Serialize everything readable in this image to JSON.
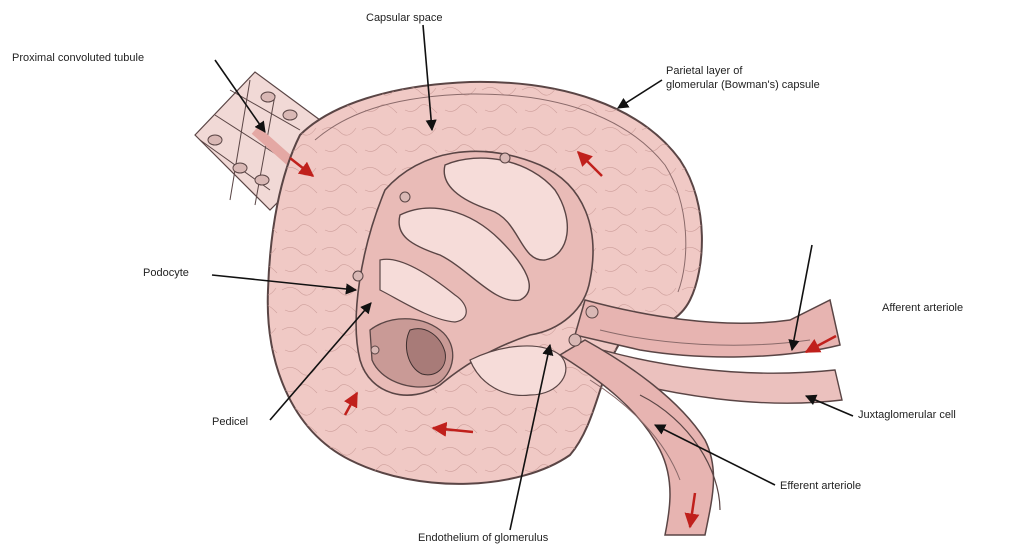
{
  "labels": {
    "capsular_space": "Capsular space",
    "proximal_tubule": "Proximal convoluted tubule",
    "parietal_line1": "Parietal layer of",
    "parietal_line2": "glomerular (Bowman's) capsule",
    "podocyte": "Podocyte",
    "afferent": "Afferent arteriole",
    "pedicel": "Pedicel",
    "juxtaglomerular": "Juxtaglomerular cell",
    "efferent": "Efferent arteriole",
    "endothelium": "Endothelium of glomerulus"
  },
  "colors": {
    "capsule_fill": "#f0c9c5",
    "capsule_edge": "#5a4545",
    "vessel_fill": "#e7b4b1",
    "flow_arrow": "#c0201c",
    "leader_line": "#111111"
  }
}
